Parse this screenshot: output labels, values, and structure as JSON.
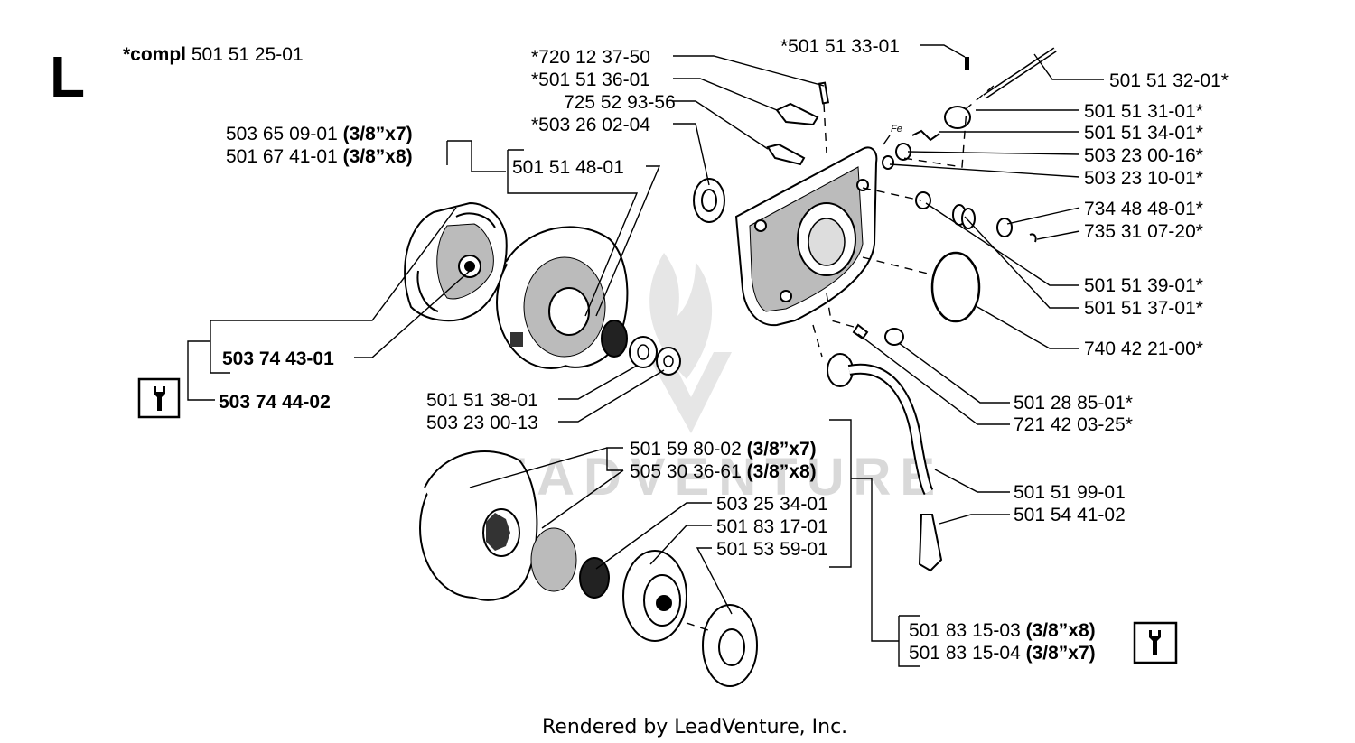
{
  "section_letter": "L",
  "compl": {
    "prefix": "*compl",
    "number": "501 51 25-01"
  },
  "watermark": "LEADVENTURE",
  "footer": "Rendered by LeadVenture, Inc.",
  "callouts": {
    "c720": "*720 12 37-50",
    "c5015136": "*501 51 36-01",
    "c725": "725 52 93-56",
    "c503260204": "*503 26 02-04",
    "c5015133": "*501 51 33-01",
    "c5015132": "501 51 32-01*",
    "c5015131": "501 51 31-01*",
    "c5015134": "501 51 34-01*",
    "c50323016": "503 23 00-16*",
    "c50323101": "503 23 10-01*",
    "c734": "734 48 48-01*",
    "c735": "735 31 07-20*",
    "c5015139": "501 51 39-01*",
    "c5015137": "501 51 37-01*",
    "c740": "740 42 21-00*",
    "c5012885": "501 28 85-01*",
    "c721": "721 42 03-25*",
    "c5015199": "501 51 99-01",
    "c5015441": "501 54 41-02",
    "c5015148": "501 51 48-01",
    "c5015138": "501 51 38-01",
    "c50323013": "503 23 00-13",
    "c5032534": "503 25 34-01",
    "c5018317": "501 83 17-01",
    "c5015359": "501 53 59-01"
  },
  "bold_callouts": {
    "c50374431": "503 74 43-01",
    "c50374442": "503 74 44-02"
  },
  "variants": {
    "v503650901": {
      "number": "503 65 09-01",
      "spec": "(3/8”x7)"
    },
    "v501674101": {
      "number": "501 67 41-01",
      "spec": "(3/8”x8)"
    },
    "v501598002": {
      "number": "501 59 80-02",
      "spec": "(3/8”x7)"
    },
    "v505303661": {
      "number": "505 30 36-61",
      "spec": "(3/8”x8)"
    },
    "v501831503": {
      "number": "501 83 15-03",
      "spec": "(3/8”x8)"
    },
    "v501831504": {
      "number": "501 83 15-04",
      "spec": "(3/8”x7)"
    }
  },
  "small_label": "Fe",
  "icons": [
    "tool-icon-left",
    "tool-icon-right"
  ]
}
